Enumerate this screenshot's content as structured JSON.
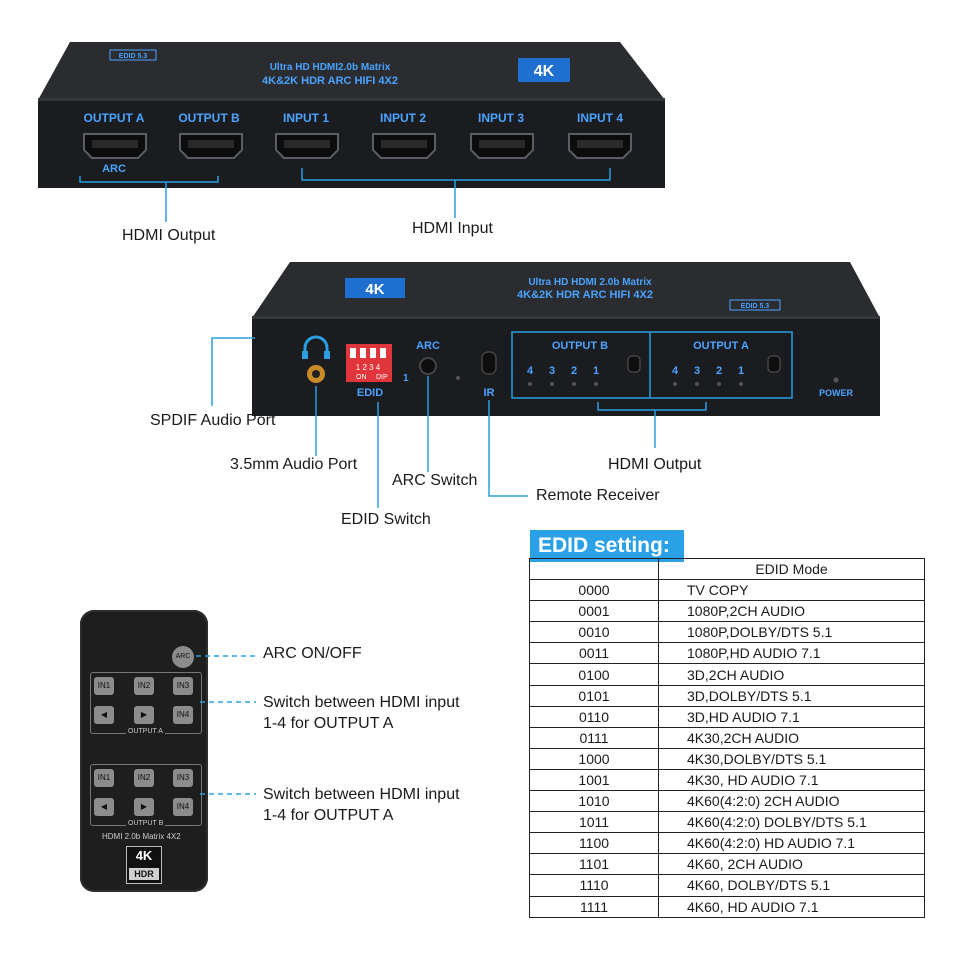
{
  "top_device": {
    "ports": [
      "OUTPUT A",
      "OUTPUT B",
      "INPUT 1",
      "INPUT 2",
      "INPUT 3",
      "INPUT 4"
    ],
    "arc_label": "ARC",
    "brand_line1": "Ultra HD  HDMI2.0b Matrix",
    "brand_line2": "4K&2K HDR ARC HIFI 4X2",
    "edid_badge": "EDID 5.3",
    "logo": "4K"
  },
  "top_labels": {
    "hdmi_output": "HDMI Output",
    "hdmi_input": "HDMI Input"
  },
  "bottom_device": {
    "brand_line1": "Ultra HD  HDMI 2.0b Matrix",
    "brand_line2": "4K&2K HDR ARC HIFI 4X2",
    "logo": "4K",
    "edid_badge": "EDID 5.3",
    "dip_numbers": "1 2 3 4",
    "dip_on": "ON",
    "dip_dip": "DIP",
    "dip_one": "1",
    "edid": "EDID",
    "arc": "ARC",
    "ir": "IR",
    "output_b": "OUTPUT B",
    "output_a": "OUTPUT A",
    "led_nums": [
      "4",
      "3",
      "2",
      "1"
    ],
    "power": "POWER"
  },
  "bottom_labels": {
    "spdif": "SPDIF Audio Port",
    "audio35": "3.5mm Audio Port",
    "arc_switch": "ARC Switch",
    "remote_receiver": "Remote Receiver",
    "edid_switch": "EDID Switch",
    "hdmi_output": "HDMI Output"
  },
  "edid": {
    "title": "EDID setting:",
    "header": "EDID Mode",
    "rows": [
      {
        "code": "0000",
        "mode": "TV COPY"
      },
      {
        "code": "0001",
        "mode": "1080P,2CH AUDIO"
      },
      {
        "code": "0010",
        "mode": "1080P,DOLBY/DTS 5.1"
      },
      {
        "code": "0011",
        "mode": "1080P,HD AUDIO 7.1"
      },
      {
        "code": "0100",
        "mode": "3D,2CH AUDIO"
      },
      {
        "code": "0101",
        "mode": "3D,DOLBY/DTS 5.1"
      },
      {
        "code": "0110",
        "mode": "3D,HD AUDIO 7.1"
      },
      {
        "code": "0111",
        "mode": "4K30,2CH AUDIO"
      },
      {
        "code": "1000",
        "mode": "4K30,DOLBY/DTS 5.1"
      },
      {
        "code": "1001",
        "mode": "4K30, HD AUDIO 7.1"
      },
      {
        "code": "1010",
        "mode": "4K60(4:2:0)   2CH  AUDIO"
      },
      {
        "code": "1011",
        "mode": "4K60(4:2:0)   DOLBY/DTS 5.1"
      },
      {
        "code": "1100",
        "mode": "4K60(4:2:0)   HD AUDIO 7.1"
      },
      {
        "code": "1101",
        "mode": "4K60, 2CH  AUDIO"
      },
      {
        "code": "1110",
        "mode": "4K60, DOLBY/DTS 5.1"
      },
      {
        "code": "1111",
        "mode": "4K60, HD AUDIO 7.1"
      }
    ]
  },
  "remote": {
    "arc_btn": "ARC",
    "group_a": [
      "IN1",
      "IN2",
      "IN3",
      "IN4"
    ],
    "group_b": [
      "IN1",
      "IN2",
      "IN3",
      "IN4"
    ],
    "caption_a": "OUTPUT A",
    "caption_b": "OUTPUT B",
    "model": "HDMI 2.0b Matrix 4X2",
    "logo_top": "4K",
    "logo_bottom": "HDR"
  },
  "remote_labels": {
    "arc": "ARC ON/OFF",
    "switch_a_line1": "Switch between HDMI input",
    "switch_a_line2": "1-4 for OUTPUT A",
    "switch_b_line1": "Switch between HDMI input",
    "switch_b_line2": "1-4 for OUTPUT A"
  }
}
